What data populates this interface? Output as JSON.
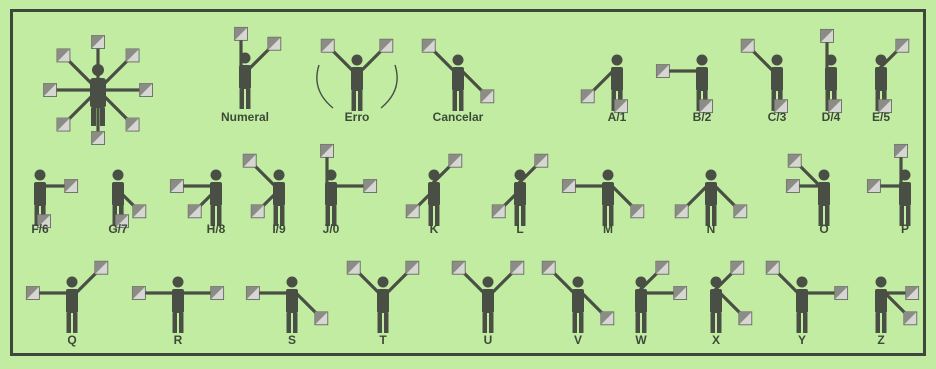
{
  "title": "Semaphore alphabet",
  "colors": {
    "background": "#c3eca3",
    "figure": "#4a4f45",
    "flag_light": "#d6d6d2",
    "flag_dark": "#8c8c86",
    "border": "#3f473b"
  },
  "signals": [
    {
      "id": "rest",
      "label": "",
      "right_arm": "down",
      "left_arm": "down"
    },
    {
      "id": "numeral",
      "label": "Numeral",
      "right_arm": "up",
      "left_arm": "up-right"
    },
    {
      "id": "erro",
      "label": "Erro",
      "right_arm": "up-left",
      "left_arm": "up-right"
    },
    {
      "id": "cancelar",
      "label": "Cancelar",
      "right_arm": "up-left",
      "left_arm": "down-right"
    },
    {
      "id": "a1",
      "label": "A/1",
      "right_arm": "down-left",
      "left_arm": "down"
    },
    {
      "id": "b2",
      "label": "B/2",
      "right_arm": "left",
      "left_arm": "down"
    },
    {
      "id": "c3",
      "label": "C/3",
      "right_arm": "up-left",
      "left_arm": "down"
    },
    {
      "id": "d4",
      "label": "D/4",
      "right_arm": "up",
      "left_arm": "down"
    },
    {
      "id": "e5",
      "label": "E/5",
      "right_arm": "up-right",
      "left_arm": "down"
    },
    {
      "id": "f6",
      "label": "F/6",
      "right_arm": "right",
      "left_arm": "down"
    },
    {
      "id": "g7",
      "label": "G/7",
      "right_arm": "down-right",
      "left_arm": "down"
    },
    {
      "id": "h8",
      "label": "H/8",
      "right_arm": "left",
      "left_arm": "down-left"
    },
    {
      "id": "i9",
      "label": "I/9",
      "right_arm": "up-left",
      "left_arm": "down-left"
    },
    {
      "id": "j0",
      "label": "J/0",
      "right_arm": "up",
      "left_arm": "right"
    },
    {
      "id": "k",
      "label": "K",
      "right_arm": "up-right",
      "left_arm": "down-left"
    },
    {
      "id": "l",
      "label": "L",
      "right_arm": "up-right",
      "left_arm": "down-left"
    },
    {
      "id": "m",
      "label": "M",
      "right_arm": "left",
      "left_arm": "down-right"
    },
    {
      "id": "n",
      "label": "N",
      "right_arm": "down-left",
      "left_arm": "down-right"
    },
    {
      "id": "o",
      "label": "O",
      "right_arm": "up-left",
      "left_arm": "left"
    },
    {
      "id": "p",
      "label": "P",
      "right_arm": "up",
      "left_arm": "left"
    },
    {
      "id": "q",
      "label": "Q",
      "right_arm": "left",
      "left_arm": "up-right"
    },
    {
      "id": "r",
      "label": "R",
      "right_arm": "left",
      "left_arm": "right"
    },
    {
      "id": "s",
      "label": "S",
      "right_arm": "left",
      "left_arm": "down-right"
    },
    {
      "id": "t",
      "label": "T",
      "right_arm": "up-left",
      "left_arm": "up-right"
    },
    {
      "id": "u",
      "label": "U",
      "right_arm": "up-left",
      "left_arm": "up-right"
    },
    {
      "id": "v",
      "label": "V",
      "right_arm": "up-left",
      "left_arm": "down-right"
    },
    {
      "id": "w",
      "label": "W",
      "right_arm": "up-right",
      "left_arm": "right"
    },
    {
      "id": "x",
      "label": "X",
      "right_arm": "up-right",
      "left_arm": "down-right"
    },
    {
      "id": "y",
      "label": "Y",
      "right_arm": "up-left",
      "left_arm": "right"
    },
    {
      "id": "z",
      "label": "Z",
      "right_arm": "right",
      "left_arm": "down-right"
    }
  ]
}
